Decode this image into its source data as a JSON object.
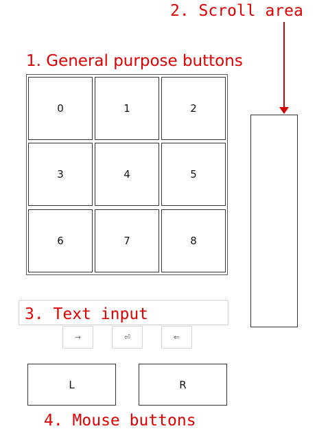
{
  "annotations": {
    "scroll_area": "2. Scroll area",
    "general_buttons": "1. General purpose buttons",
    "text_input": "3. Text input",
    "mouse_buttons": "4. Mouse buttons",
    "color": "#e00000"
  },
  "buttons": [
    "0",
    "1",
    "2",
    "3",
    "4",
    "5",
    "6",
    "7",
    "8"
  ],
  "keys": {
    "right_arrow": "→",
    "enter": "⏎",
    "backspace": "⇐"
  },
  "mouse": {
    "left_label": "L",
    "right_label": "R"
  },
  "text_input": {
    "value": ""
  }
}
